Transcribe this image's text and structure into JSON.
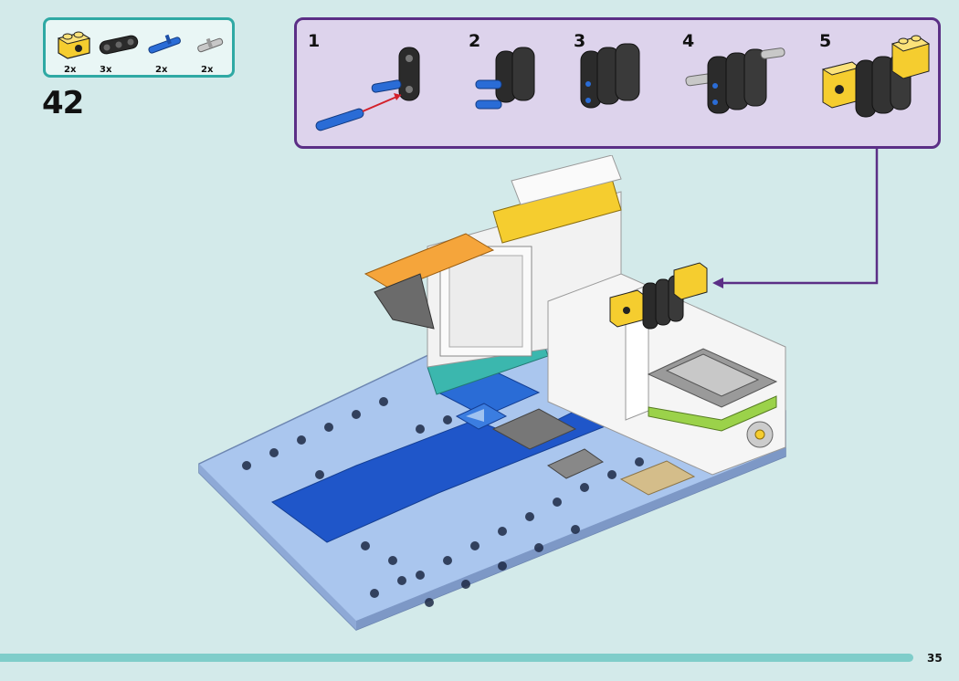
{
  "step": {
    "number": "42"
  },
  "parts": [
    {
      "name": "yellow-technic-brick-1x2",
      "qty": "2x",
      "color": "#f5cd2f"
    },
    {
      "name": "black-technic-beam-3",
      "qty": "3x",
      "color": "#2b2b2b"
    },
    {
      "name": "blue-axle-pin",
      "qty": "2x",
      "color": "#2a6cd6"
    },
    {
      "name": "grey-technic-pin",
      "qty": "2x",
      "color": "#b9b9b9"
    }
  ],
  "substeps": [
    {
      "number": "1"
    },
    {
      "number": "2"
    },
    {
      "number": "3"
    },
    {
      "number": "4"
    },
    {
      "number": "5"
    }
  ],
  "colors": {
    "background": "#d3eaea",
    "parts_border": "#2fa9a4",
    "substep_border": "#5b2f86",
    "substep_fill": "#ddd3ec",
    "footer_bar": "#7fcdca",
    "arrow": "#d3202a"
  },
  "footer": {
    "page_number": "35"
  }
}
